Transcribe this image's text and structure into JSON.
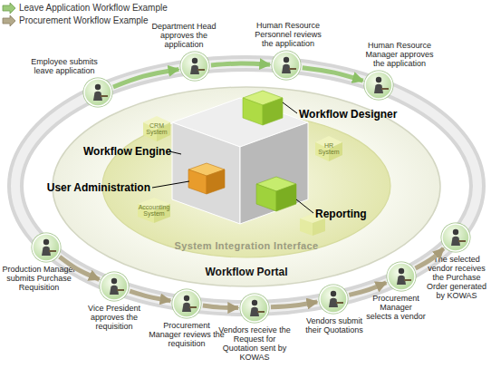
{
  "diagram": {
    "nodes": [
      {
        "text": [
          "Employee submits leave application"
        ]
      },
      {
        "text": [
          "Department Head approves the application"
        ]
      },
      {
        "text": [
          "Human Resource Personnel reviews the application"
        ]
      },
      {
        "text": [
          "Human Resource Manager approves the application"
        ]
      },
      {
        "text": [
          "Workflow Portal"
        ]
      },
      {
        "text": [
          "System Integration Interface"
        ],
        "in": 4
      },
      {
        "text": [
          "CRM System"
        ],
        "in": 5
      },
      {
        "text": [
          "HR System"
        ],
        "in": 5
      },
      {
        "text": [
          "Accounting System"
        ],
        "in": 5
      },
      {
        "text": [
          "Production Manager submits Purchase Requisition"
        ]
      },
      {
        "text": [
          "Vice President approves the requisition"
        ]
      },
      {
        "text": [
          "Procurement Manager reviews the requisition"
        ]
      },
      {
        "text": [
          "Vendors receive the Request for Quotation sent by KOWAS"
        ]
      },
      {
        "text": [
          "Vendors submit their Quotations"
        ]
      },
      {
        "text": [
          "Procurement Manager selects a vendor"
        ]
      },
      {
        "text": [
          "The selected vendor receives the Purchase Order generated by KOWAS"
        ]
      }
    ],
    "edges": [
      {
        "from": 0,
        "to": 1,
        "arrow": "to"
      },
      {
        "from": 1,
        "to": 2,
        "arrow": "to"
      },
      {
        "from": 2,
        "to": 3,
        "arrow": "to"
      },
      {
        "from": 9,
        "to": 10,
        "arrow": "to"
      },
      {
        "from": 10,
        "to": 11,
        "arrow": "to"
      },
      {
        "from": 11,
        "to": 12,
        "arrow": "to"
      },
      {
        "from": 12,
        "to": 13,
        "arrow": "to"
      },
      {
        "from": 13,
        "to": 14,
        "arrow": "to"
      },
      {
        "from": 14,
        "to": 15,
        "arrow": "to"
      }
    ],
    "labels": [
      "Workflow Engine",
      "Workflow Designer",
      "User Administration",
      "Reporting"
    ],
    "legend": [
      {
        "text": "Leave Application Workflow Example"
      },
      {
        "text": "Procurement Workflow Example"
      }
    ]
  }
}
